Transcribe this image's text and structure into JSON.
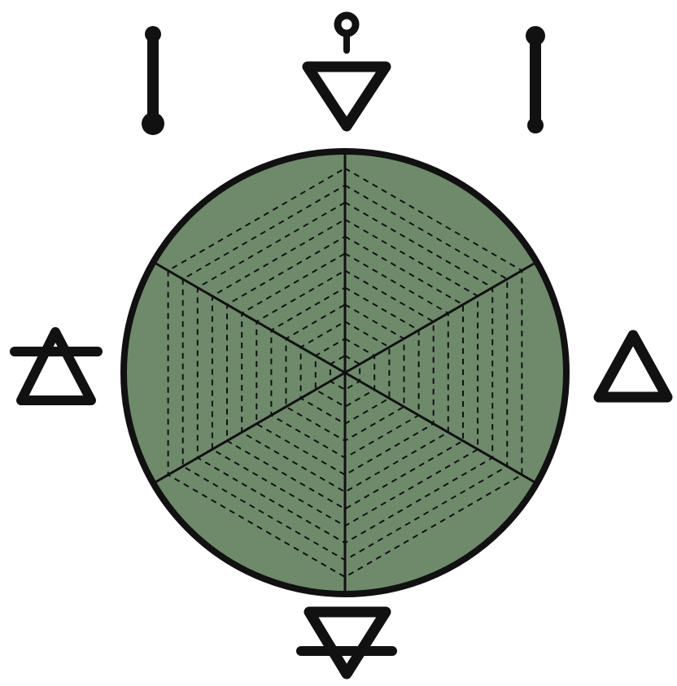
{
  "diagram": {
    "type": "alchemical-elements-wheel",
    "colors": {
      "disc_fill": "#6e8a6b",
      "ink": "#111111",
      "background": "#ffffff"
    },
    "wheel": {
      "sectors": 6,
      "concentric_rings": 12,
      "ring_style": "dashed"
    },
    "symbols": [
      {
        "id": "top-left",
        "icon": "vertical-bar-symbol-icon"
      },
      {
        "id": "top",
        "icon": "inverted-triangle-with-circle-icon"
      },
      {
        "id": "top-right",
        "icon": "vertical-bar-symbol-icon"
      },
      {
        "id": "left",
        "icon": "air-triangle-icon"
      },
      {
        "id": "right",
        "icon": "fire-triangle-icon"
      },
      {
        "id": "bottom",
        "icon": "earth-triangle-icon"
      }
    ]
  }
}
